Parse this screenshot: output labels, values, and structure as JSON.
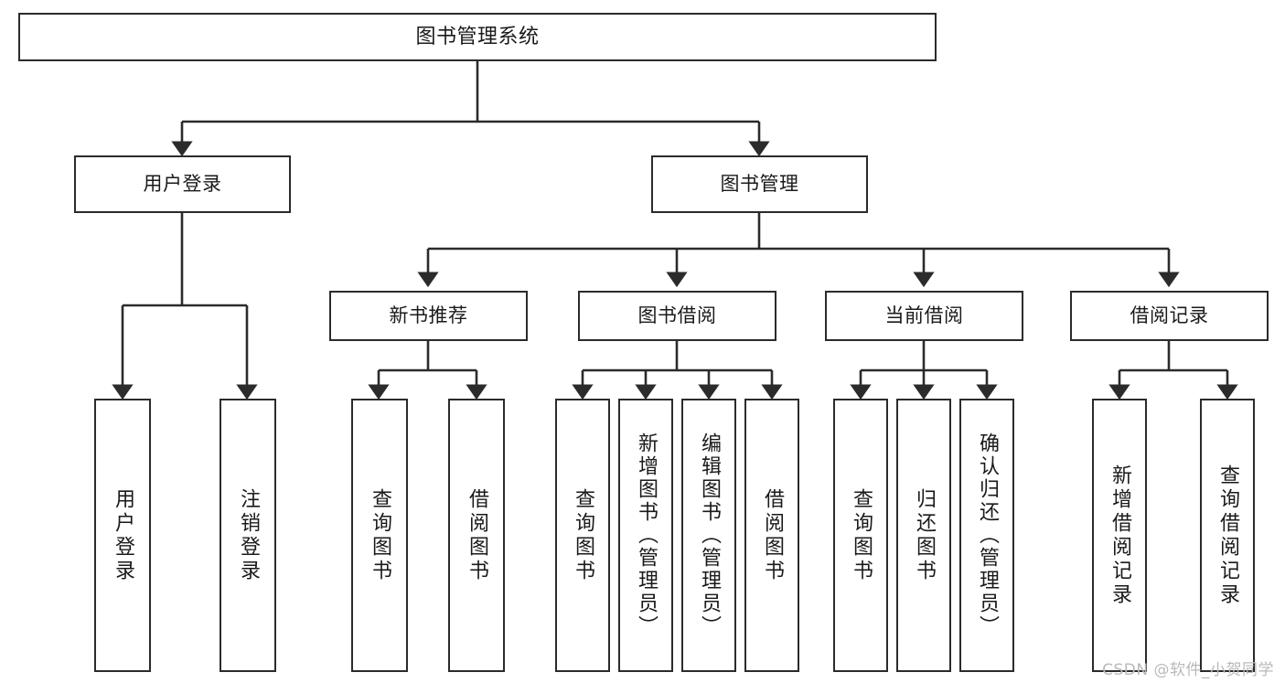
{
  "diagram": {
    "type": "tree",
    "title": "图书管理系统",
    "orientation": "top-down",
    "colors": {
      "box_border": "#2b2b2b",
      "box_fill": "#ffffff",
      "edge": "#2b2b2b",
      "text": "#1a1a1a",
      "watermark": "#b9b9b9",
      "background": "#ffffff"
    },
    "root": {
      "label": "图书管理系统"
    },
    "level2": [
      {
        "label": "用户登录"
      },
      {
        "label": "图书管理"
      }
    ],
    "level3": [
      {
        "label": "新书推荐"
      },
      {
        "label": "图书借阅"
      },
      {
        "label": "当前借阅"
      },
      {
        "label": "借阅记录"
      }
    ],
    "leaves": {
      "user_login": [
        {
          "label": "用户登录"
        },
        {
          "label": "注销登录"
        }
      ],
      "new_book": [
        {
          "label": "查询图书"
        },
        {
          "label": "借阅图书"
        }
      ],
      "book_borrow": [
        {
          "label": "查询图书"
        },
        {
          "label": "新增图书（管理员）"
        },
        {
          "label": "编辑图书（管理员）"
        },
        {
          "label": "借阅图书"
        }
      ],
      "current_borrow": [
        {
          "label": "查询图书"
        },
        {
          "label": "归还图书"
        },
        {
          "label": "确认归还（管理员）"
        }
      ],
      "borrow_record": [
        {
          "label": "新增借阅记录"
        },
        {
          "label": "查询借阅记录"
        }
      ]
    }
  },
  "watermark": {
    "text": "CSDN @软件_小贺同学"
  }
}
